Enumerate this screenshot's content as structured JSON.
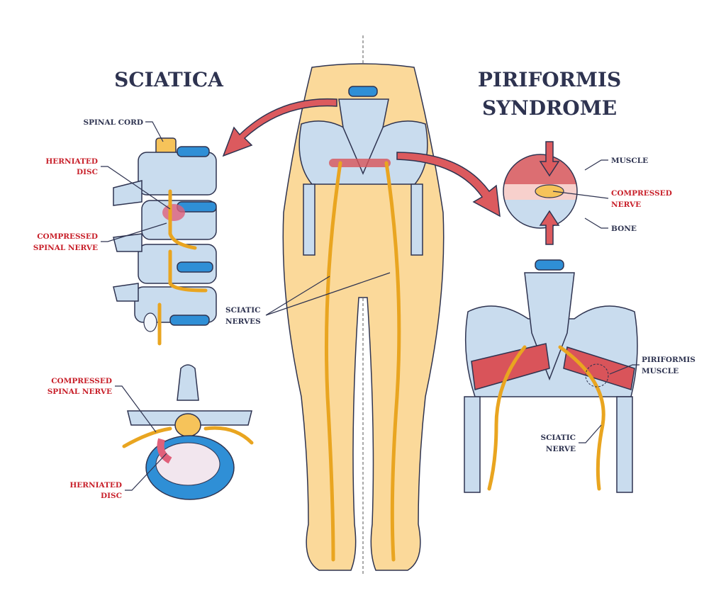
{
  "titles": {
    "left": "SCIATICA",
    "right_line1": "PIRIFORMIS",
    "right_line2": "SYNDROME"
  },
  "sciatica_labels": {
    "spinal_cord": "SPINAL CORD",
    "herniated_disc_1": [
      "HERNIATED",
      "DISC"
    ],
    "compressed_nerve_1": [
      "COMPRESSED",
      "SPINAL NERVE"
    ],
    "compressed_nerve_2": [
      "COMPRESSED",
      "SPINAL NERVE"
    ],
    "herniated_disc_2": [
      "HERNIATED",
      "DISC"
    ]
  },
  "center_labels": {
    "sciatic_nerves": [
      "SCIATIC",
      "NERVES"
    ]
  },
  "piriformis_labels": {
    "muscle": "MUSCLE",
    "compressed_nerve": [
      "COMPRESSED",
      "NERVE"
    ],
    "bone": "BONE",
    "piriformis_muscle": [
      "PIRIFORMIS",
      "MUSCLE"
    ],
    "sciatic_nerve": [
      "SCIATIC",
      "NERVE"
    ]
  },
  "colors": {
    "title": "#2e3350",
    "highlight_label": "#c8202a",
    "skin": "#fbd99a",
    "bone": "#c9dcee",
    "nerve": "#e9a520",
    "muscle": "#d9545a"
  }
}
